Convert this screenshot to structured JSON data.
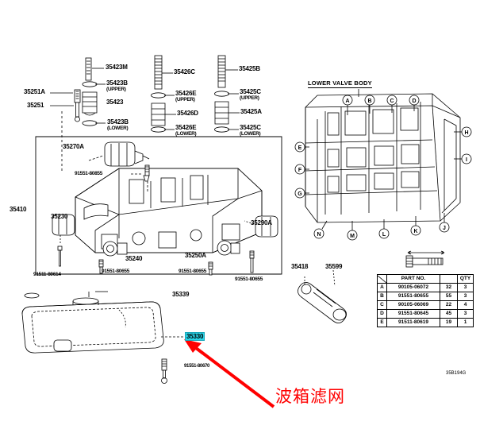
{
  "diagram": {
    "drawing_number": "35B194G",
    "section_title": "LOWER VALVE BODY",
    "highlight_color": "#2ad4e8",
    "annotation_color": "#ff0000",
    "annotation_text": "波箱滤网"
  },
  "callouts": {
    "c35251A": "35251A",
    "c35251": "35251",
    "c35423M": "35423M",
    "c35423B_upper_1": "35423B",
    "c35423B_upper_2": "(UPPER)",
    "c35423": "35423",
    "c35423B_lower_1": "35423B",
    "c35423B_lower_2": "(LOWER)",
    "c35426C": "35426C",
    "c35426E_upper_1": "35426E",
    "c35426E_upper_2": "(UPPER)",
    "c35426D": "35426D",
    "c35426E_lower_1": "35426E",
    "c35426E_lower_2": "(LOWER)",
    "c35425B": "35425B",
    "c35425C_upper_1": "35425C",
    "c35425C_upper_2": "(UPPER)",
    "c35425A": "35425A",
    "c35425C_lower_1": "35425C",
    "c35425C_lower_2": "(LOWER)",
    "c35270A": "35270A",
    "c91551_80855": "91551-80855",
    "c35410": "35410",
    "c35230": "35230",
    "c35240": "35240",
    "c35250A": "35250A",
    "c35290A": "35290A",
    "c35418": "35418",
    "c35599": "35599",
    "c35339": "35339",
    "c35330": "35330",
    "c91511_80614": "91511-80614",
    "c91551_80655_a": "91551-80655",
    "c91551_80655_b": "91551-80655",
    "c91551_80655_c": "91551-80655",
    "c91551_80655_d": "91551-80655",
    "c91551_80670": "91551-80670"
  },
  "lower_valve_body_keys": [
    {
      "id": "lvb-a",
      "label": "A"
    },
    {
      "id": "lvb-b",
      "label": "B"
    },
    {
      "id": "lvb-c",
      "label": "C"
    },
    {
      "id": "lvb-d",
      "label": "D"
    },
    {
      "id": "lvb-e",
      "label": "E"
    },
    {
      "id": "lvb-f",
      "label": "F"
    },
    {
      "id": "lvb-g",
      "label": "G"
    },
    {
      "id": "lvb-h",
      "label": "H"
    },
    {
      "id": "lvb-i",
      "label": "I"
    },
    {
      "id": "lvb-j",
      "label": "J"
    },
    {
      "id": "lvb-k",
      "label": "K"
    },
    {
      "id": "lvb-l",
      "label": "L"
    },
    {
      "id": "lvb-m",
      "label": "M"
    },
    {
      "id": "lvb-n",
      "label": "N"
    }
  ],
  "parts_table": {
    "headers": {
      "key": "",
      "part_no": "PART NO.",
      "length": "",
      "qty": "QTY"
    },
    "rows": [
      {
        "key": "A",
        "part_no": "90105-06072",
        "length": "32",
        "qty": "3"
      },
      {
        "key": "B",
        "part_no": "91551-80655",
        "length": "55",
        "qty": "3"
      },
      {
        "key": "C",
        "part_no": "90105-06069",
        "length": "22",
        "qty": "4"
      },
      {
        "key": "D",
        "part_no": "91551-80645",
        "length": "45",
        "qty": "3"
      },
      {
        "key": "E",
        "part_no": "91511-80619",
        "length": "19",
        "qty": "1"
      }
    ]
  }
}
